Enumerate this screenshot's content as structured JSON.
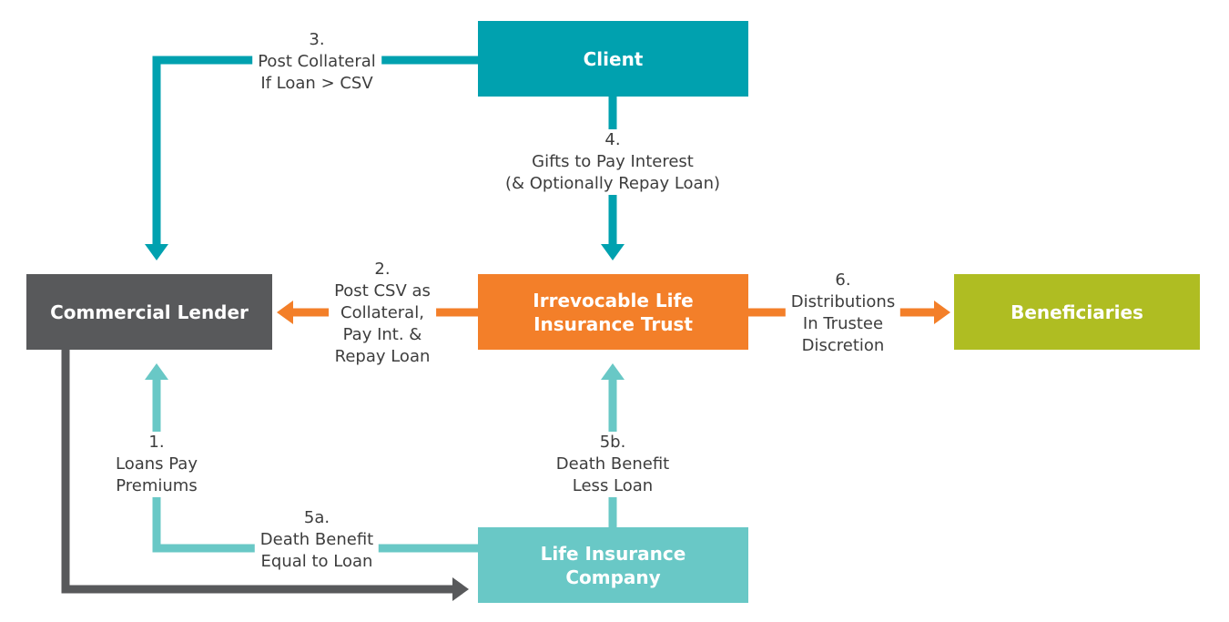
{
  "colors": {
    "teal": "#00a1af",
    "light_teal": "#69c8c6",
    "orange": "#f37f29",
    "gray": "#58595b",
    "green": "#afbd22",
    "text": "#3d3d3d"
  },
  "nodes": {
    "client": {
      "label": "Client"
    },
    "lender": {
      "label": "Commercial Lender"
    },
    "ilit": {
      "line1": "Irrevocable Life",
      "line2": "Insurance Trust"
    },
    "beneficiaries": {
      "label": "Beneficiaries"
    },
    "insurer": {
      "line1": "Life Insurance",
      "line2": "Company"
    }
  },
  "edges": {
    "e1": {
      "num": "1.",
      "l1": "Loans Pay",
      "l2": "Premiums"
    },
    "e2": {
      "num": "2.",
      "l1": "Post CSV as",
      "l2": "Collateral,",
      "l3": "Pay Int. &",
      "l4": "Repay Loan"
    },
    "e3": {
      "num": "3.",
      "l1": "Post Collateral",
      "l2": "If Loan > CSV"
    },
    "e4": {
      "num": "4.",
      "l1": "Gifts to Pay Interest",
      "l2": "(& Optionally Repay Loan)"
    },
    "e5a": {
      "num": "5a.",
      "l1": "Death Benefit",
      "l2": "Equal to Loan"
    },
    "e5b": {
      "num": "5b.",
      "l1": "Death Benefit",
      "l2": "Less Loan"
    },
    "e6": {
      "num": "6.",
      "l1": "Distributions",
      "l2": "In Trustee",
      "l3": "Discretion"
    }
  }
}
